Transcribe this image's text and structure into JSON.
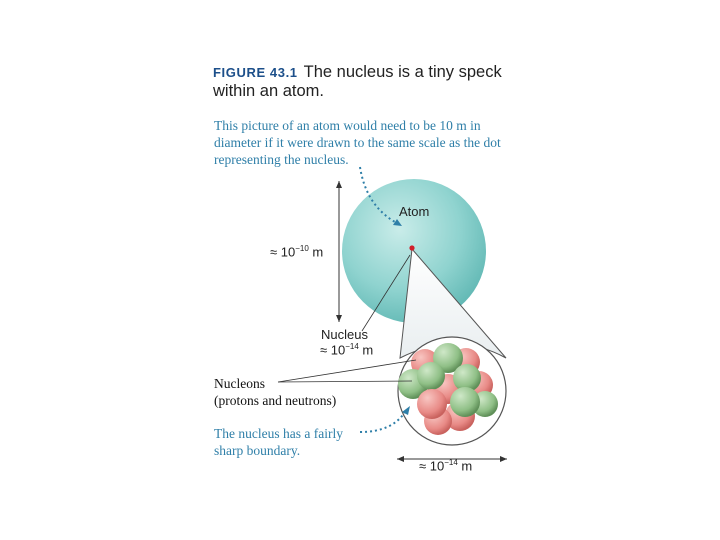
{
  "figure": {
    "label": "FIGURE 43.1",
    "title": "The nucleus is a tiny speck within an atom."
  },
  "annotations": {
    "scale_note": "This picture of an atom would need to be 10 m in diameter if it were drawn to the same scale as the dot representing the nucleus.",
    "boundary_note": "The nucleus has a fairly sharp boundary."
  },
  "labels": {
    "atom": "Atom",
    "atom_size": "≈ 10",
    "atom_size_exp": "−10",
    "atom_size_unit": " m",
    "nucleus": "Nucleus",
    "nucleus_size": "≈ 10",
    "nucleus_size_exp": "−14",
    "nucleus_size_unit": " m",
    "nucleons": "Nucleons",
    "nucleons_detail": "(protons and neutrons)",
    "zoom_size": "≈ 10",
    "zoom_size_exp": "−14",
    "zoom_size_unit": " m"
  },
  "colors": {
    "atom_fill": "#8fd3cf",
    "nucleus_dot": "#d11f2a",
    "proton": "#e88a86",
    "neutron": "#8fbf86",
    "accent_blue": "#2f7fa8",
    "title_blue": "#1c4f8a"
  }
}
